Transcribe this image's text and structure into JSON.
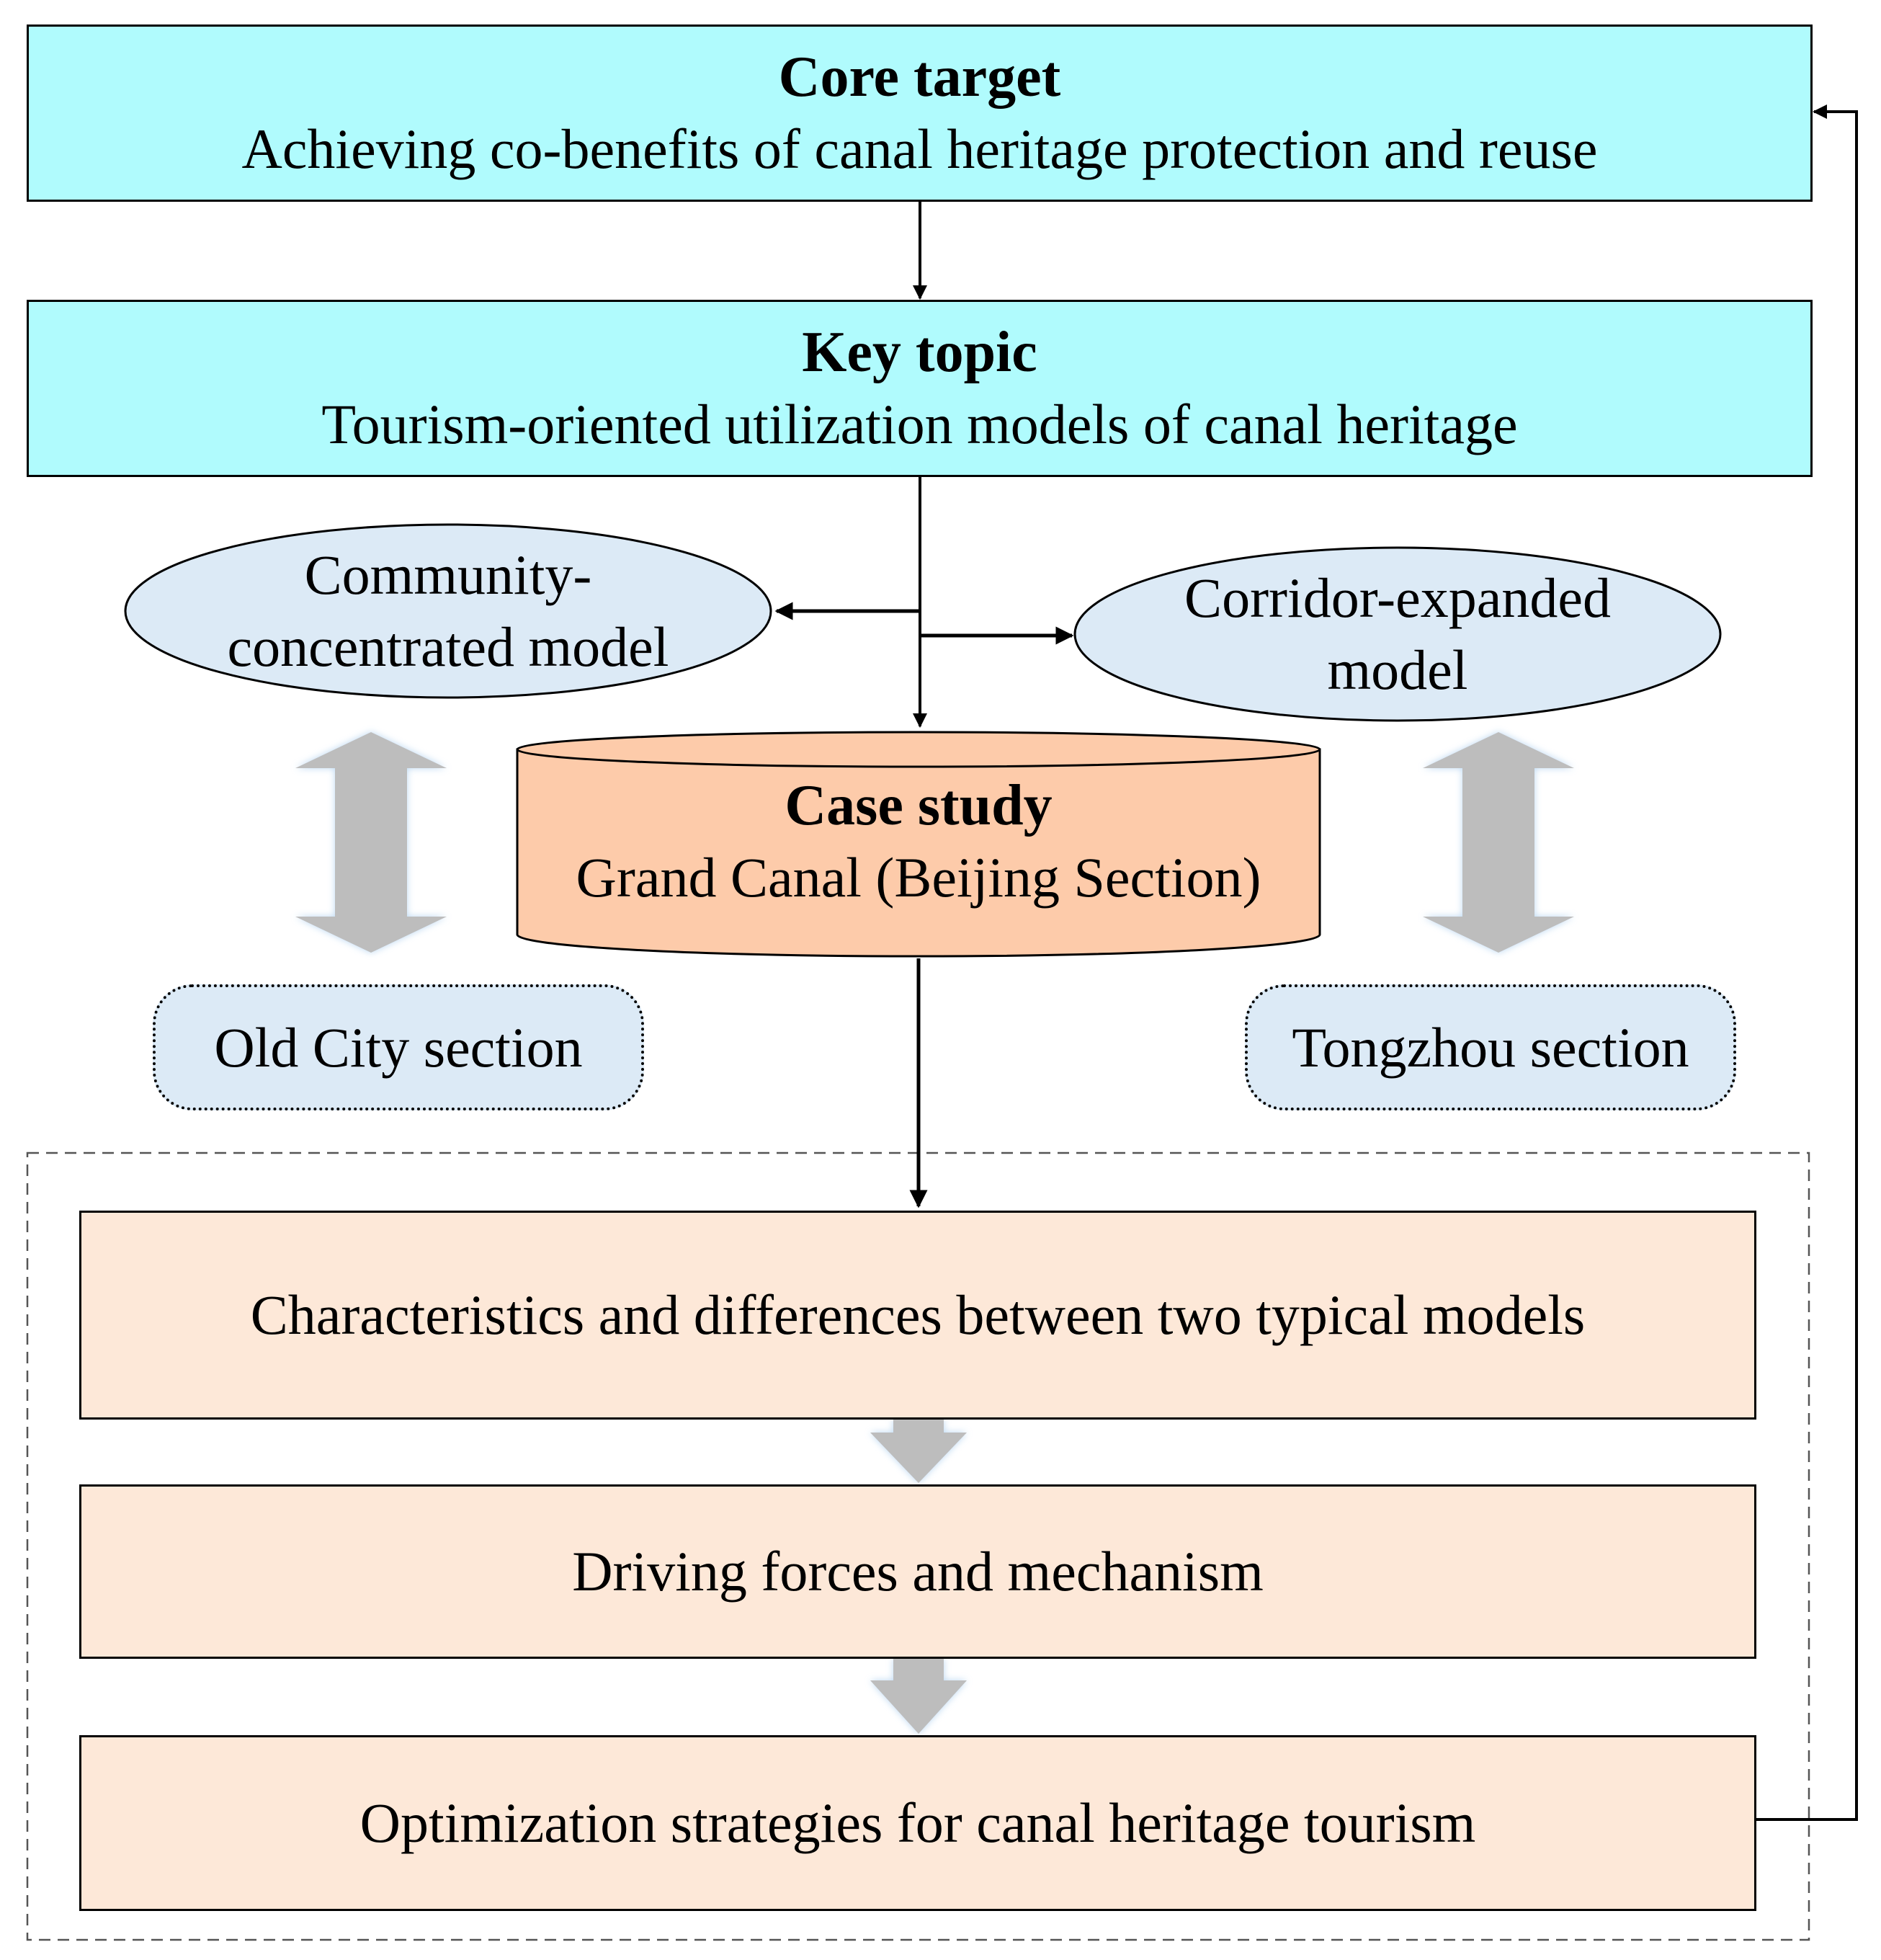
{
  "core": {
    "title": "Core target",
    "subtitle": "Achieving co-benefits of canal heritage protection and reuse"
  },
  "key": {
    "title": "Key topic",
    "subtitle": "Tourism-oriented utilization models of canal heritage"
  },
  "models": {
    "left": {
      "line1": "Community-",
      "line2": "concentrated model"
    },
    "right": {
      "line1": "Corridor-expanded",
      "line2": "model"
    }
  },
  "case": {
    "title": "Case study",
    "subtitle": "Grand Canal (Beijing Section)"
  },
  "sections": {
    "left": "Old City section",
    "right": "Tongzhou section"
  },
  "steps": [
    "Characteristics and differences between two typical models",
    "Driving forces and mechanism",
    "Optimization strategies for canal heritage tourism"
  ],
  "colors": {
    "cyan": "#b0fbfd",
    "ellipse": "#dceaf6",
    "cylinder": "#fdcbaa",
    "step": "#fde8d8",
    "grey_arrow": "#bdbdbd"
  }
}
